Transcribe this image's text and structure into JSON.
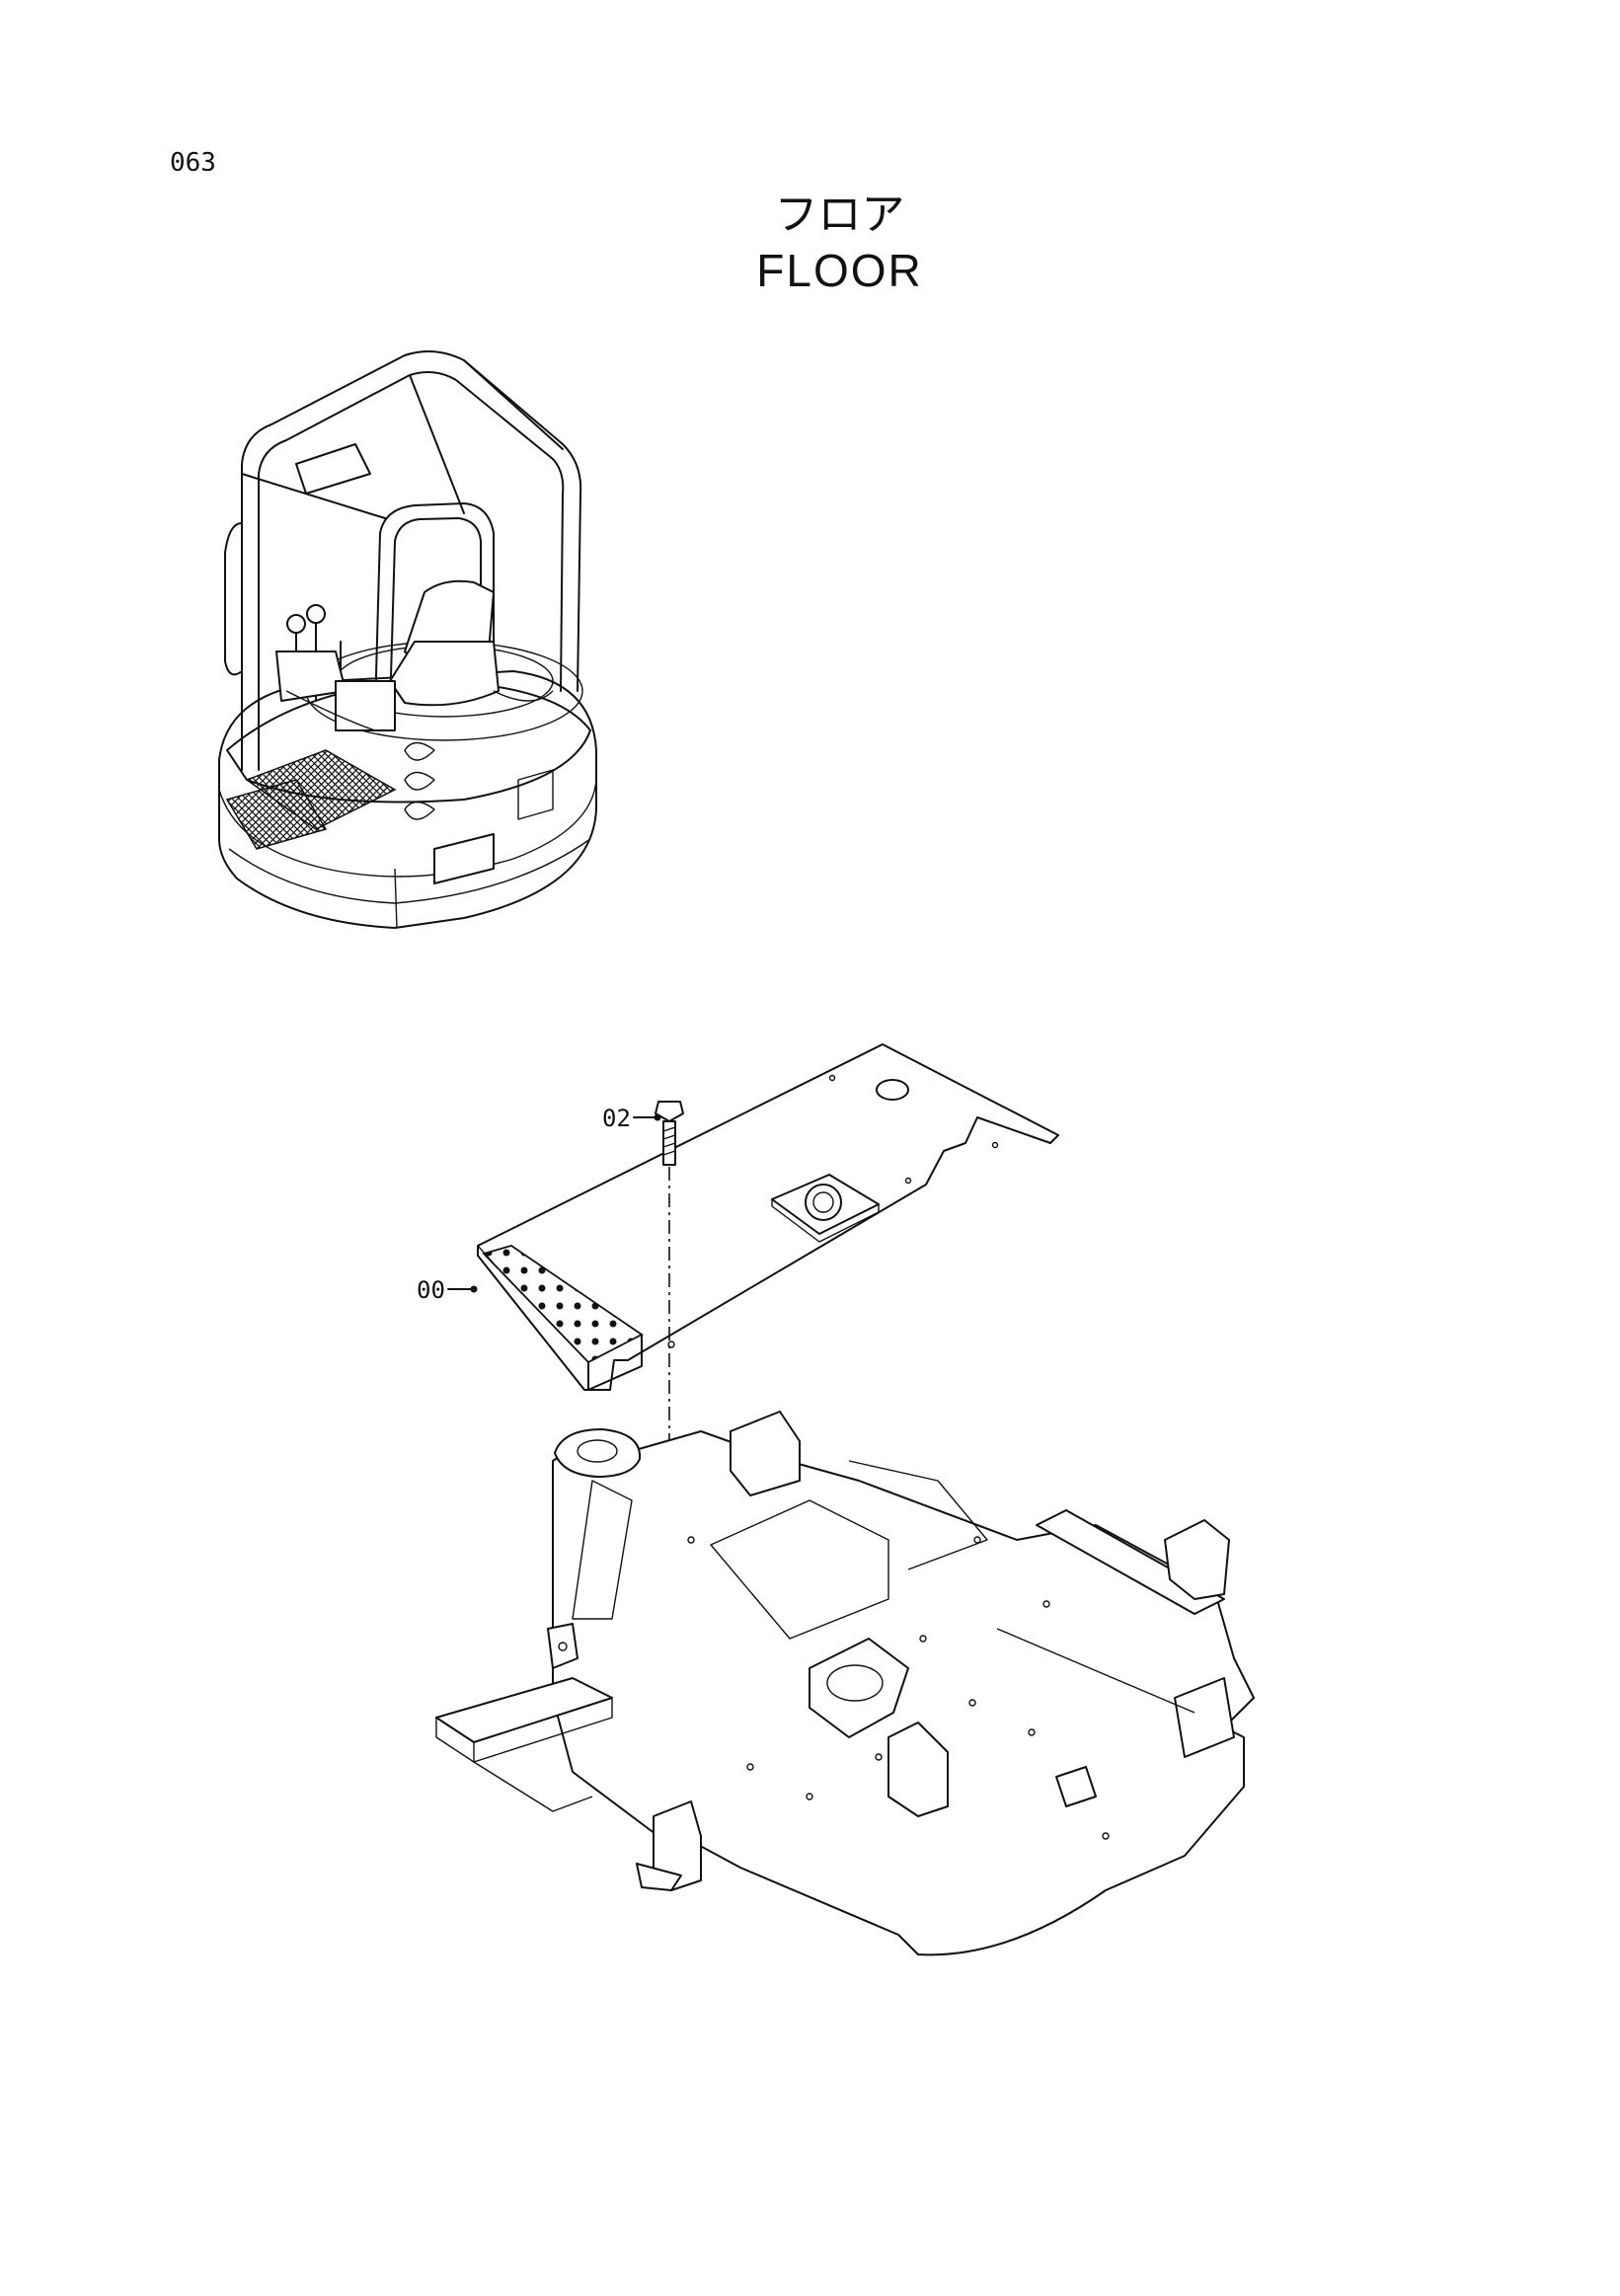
{
  "page": {
    "number": "063"
  },
  "title": {
    "japanese": "フロア",
    "english": "FLOOR"
  },
  "callouts": [
    {
      "label": "02"
    },
    {
      "label": "00"
    }
  ],
  "colors": {
    "ink": "#111111",
    "paper": "#ffffff"
  }
}
